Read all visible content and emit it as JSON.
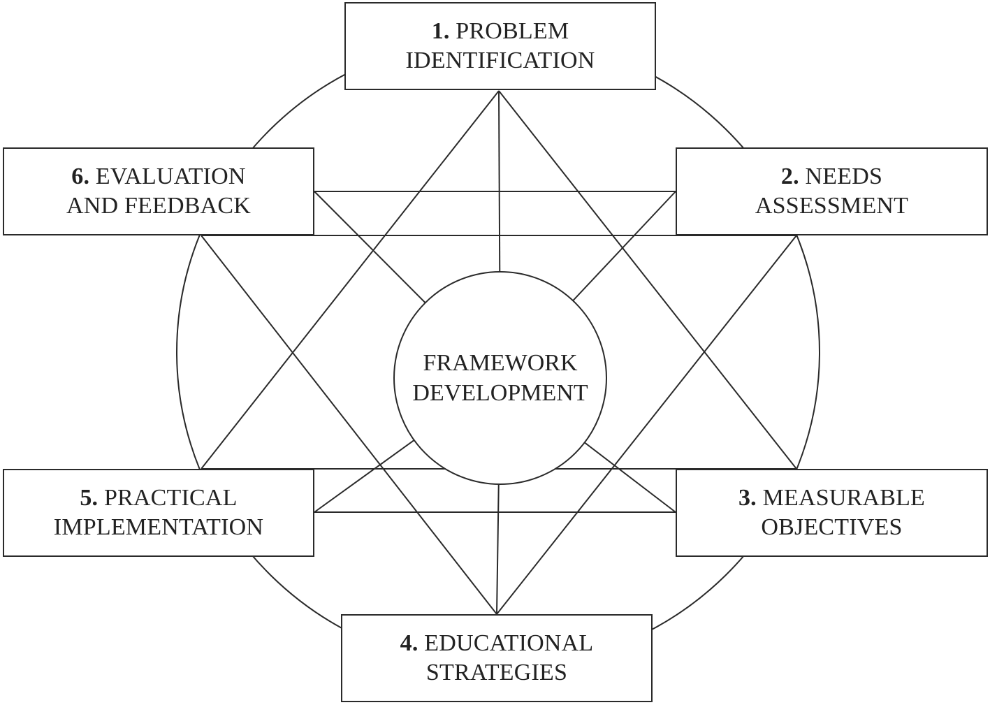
{
  "steps": [
    {
      "number": "1.",
      "line1": "PROBLEM",
      "line2": "IDENTIFICATION"
    },
    {
      "number": "2.",
      "line1": "NEEDS",
      "line2": "ASSESSMENT"
    },
    {
      "number": "3.",
      "line1": "MEASURABLE",
      "line2": "OBJECTIVES"
    },
    {
      "number": "4.",
      "line1": "EDUCATIONAL",
      "line2": "STRATEGIES"
    },
    {
      "number": "5.",
      "line1": "PRACTICAL",
      "line2": "IMPLEMENTATION"
    },
    {
      "number": "6.",
      "line1": "EVALUATION",
      "line2": "AND FEEDBACK"
    }
  ],
  "center": {
    "line1": "FRAMEWORK",
    "line2": "DEVELOPMENT"
  },
  "colors": {
    "stroke": "#2a2a2a",
    "background": "#ffffff",
    "text": "#222222"
  }
}
